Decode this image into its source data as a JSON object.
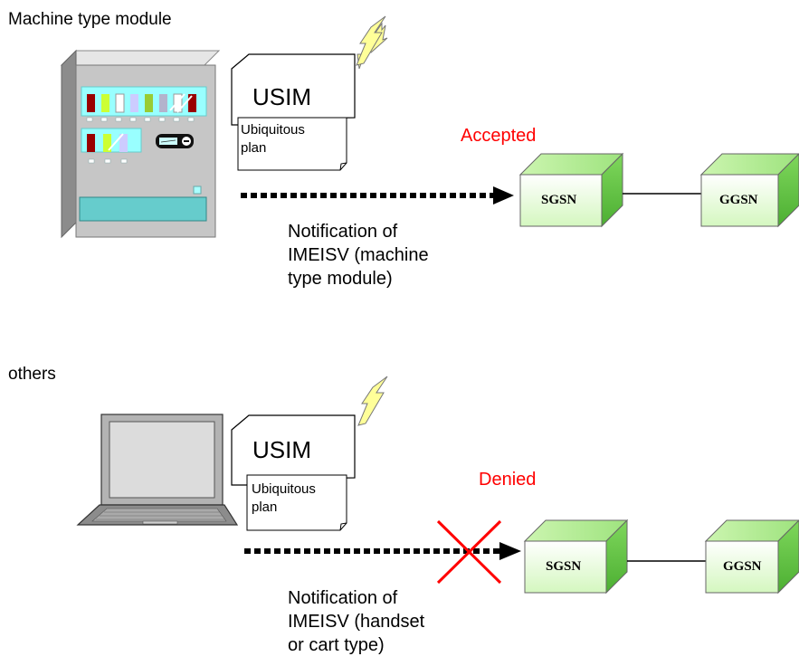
{
  "scenarios": [
    {
      "section_label": "Machine type module",
      "usim_label": "USIM",
      "plan_label": "Ubiquitous\nplan",
      "status": "Accepted",
      "notification": "Notification of\nIMEISV (machine\ntype module)",
      "node_left": "SGSN",
      "node_right": "GGSN"
    },
    {
      "section_label": "others",
      "usim_label": "USIM",
      "plan_label": "Ubiquitous\nplan",
      "status": "Denied",
      "notification": "Notification of\nIMEISV (handset\nor cart type)",
      "node_left": "SGSN",
      "node_right": "GGSN"
    }
  ],
  "colors": {
    "status_text": "#ff0000",
    "node_face": "#e8ffd8",
    "node_top": "#bff0a0",
    "node_side": "#5cc040",
    "lightning": "#ffff99",
    "vending_body": "#c8c8c8",
    "vending_panel": "#99ffff",
    "laptop_body": "#b0b0b0"
  }
}
